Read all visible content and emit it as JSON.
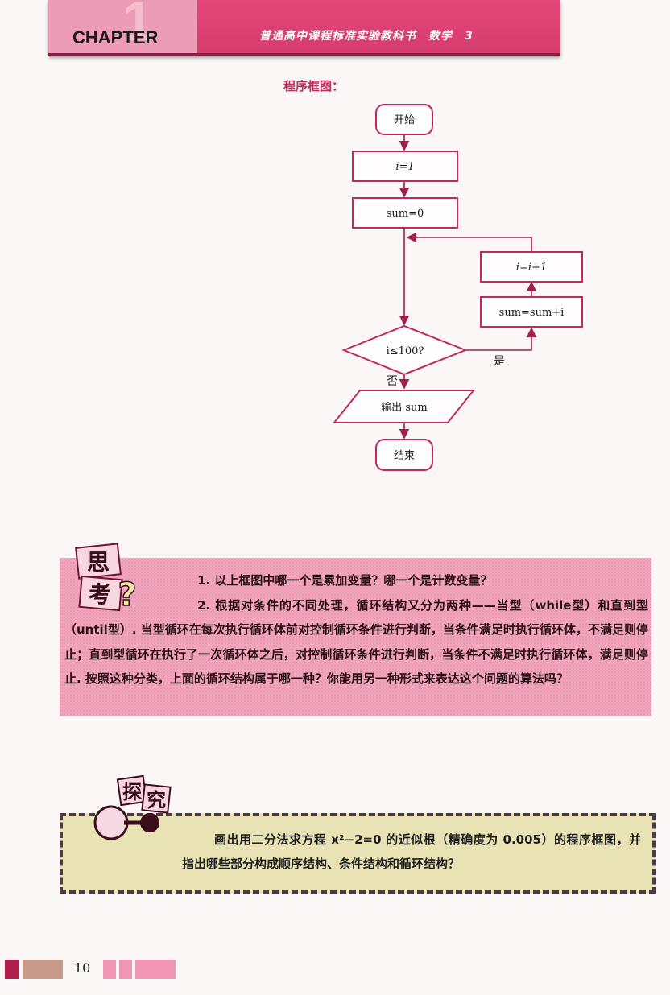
{
  "header": {
    "chapter_label": "CHAPTER",
    "chapter_number": "1",
    "series_title": "普通高中课程标准实验教科书　数学　3",
    "accent_color": "#d63c6e"
  },
  "flowchart": {
    "heading": "程序框图：",
    "start": "开始",
    "init_i": "i=1",
    "init_sum": "sum=0",
    "update_i": "i=i+1",
    "update_sum": "sum=sum+i",
    "condition": "i≤100?",
    "yes_label": "是",
    "no_label": "否",
    "output": "输出 sum",
    "end": "结束",
    "box_color": "#c2285a"
  },
  "think": {
    "badge_chars": [
      "思",
      "考"
    ],
    "q1": "1. 以上框图中哪一个是累加变量？哪一个是计数变量？",
    "q2": "2. 根据对条件的不同处理，循环结构又分为两种——当型（while型）和直到型（until型）. 当型循环在每次执行循环体前对控制循环条件进行判断，当条件满足时执行循环体，不满足则停止；直到型循环在执行了一次循环体之后，对控制循环条件进行判断，当条件不满足时执行循环体，满足则停止. 按照这种分类，上面的循环结构属于哪一种？你能用另一种形式来表达这个问题的算法吗？"
  },
  "explore": {
    "badge_chars": [
      "探",
      "究"
    ],
    "text": "画出用二分法求方程 x²−2=0 的近似根（精确度为 0.005）的程序框图，并指出哪些部分构成顺序结构、条件结构和循环结构？"
  },
  "footer": {
    "page_number": "10"
  }
}
